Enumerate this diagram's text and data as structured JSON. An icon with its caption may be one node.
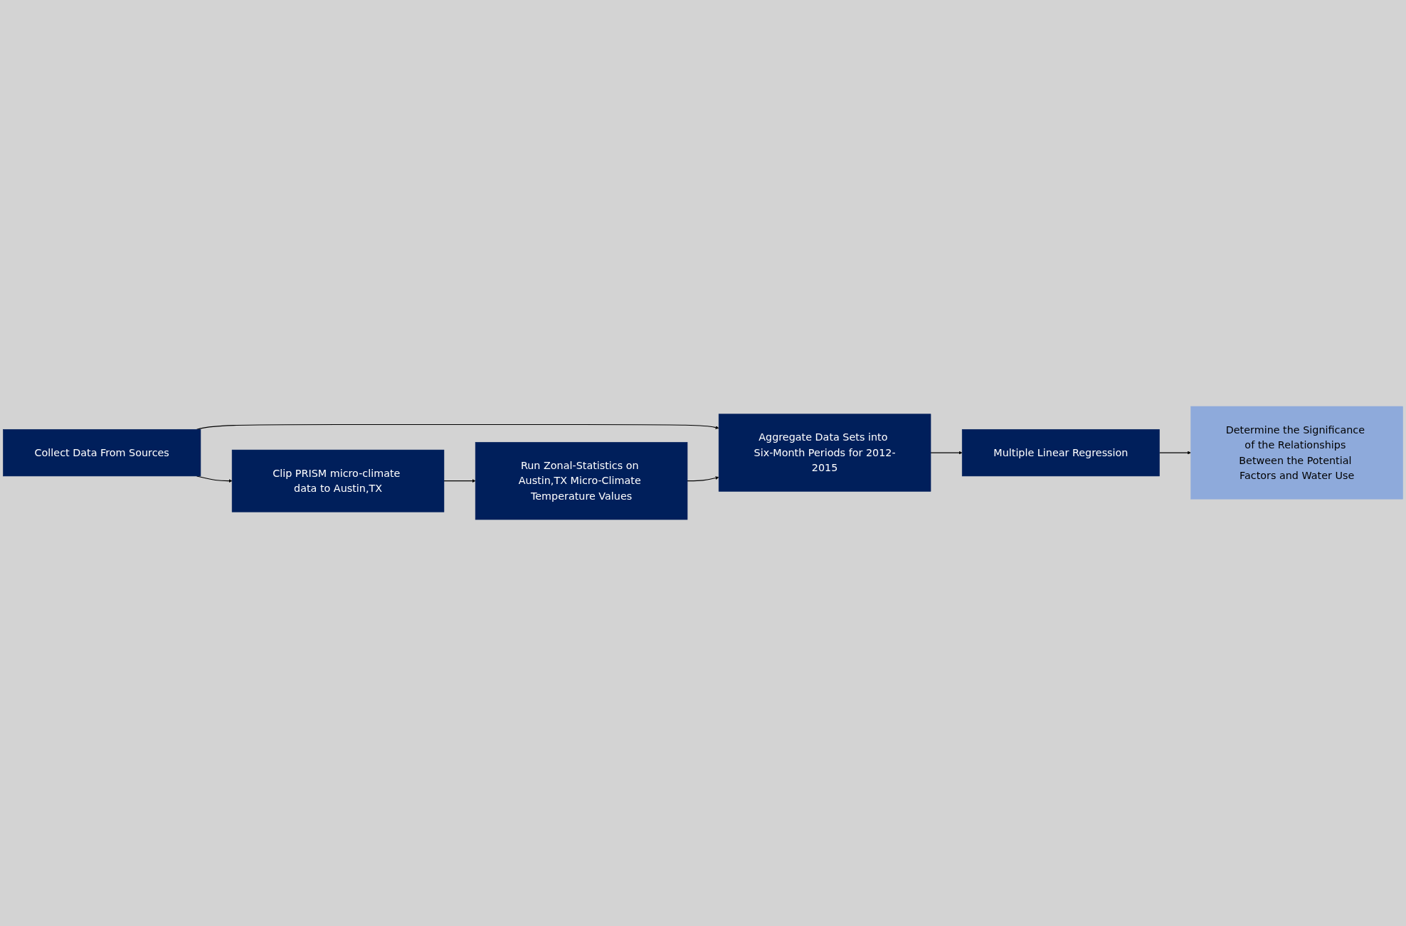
{
  "diagram": {
    "nodes": [
      {
        "text": [
          "Collect Data From Sources"
        ]
      },
      {
        "text": [
          "Aggregate Data Sets into Six-Month Periods for 2012-2015"
        ]
      },
      {
        "text": [
          "Multiple Linear Regression"
        ]
      },
      {
        "text": [
          "Clip PRISM micro-climate data to Austin,TX"
        ]
      },
      {
        "text": [
          "Run Zonal-Statistics on Austin,TX Micro-Climate Temperature Values"
        ]
      },
      {
        "text": [
          "Determine the Significance of the Relationships Between the Potential Factors and Water Use"
        ]
      }
    ],
    "edges": [
      {
        "from": 0,
        "to": 1,
        "arrow": "to"
      },
      {
        "from": 1,
        "to": 2,
        "arrow": "to"
      },
      {
        "from": 0,
        "to": 3,
        "arrow": "to"
      },
      {
        "from": 3,
        "to": 4,
        "arrow": "to"
      },
      {
        "from": 4,
        "to": 1,
        "arrow": "to"
      },
      {
        "from": 2,
        "to": 5,
        "arrow": "to"
      }
    ]
  }
}
